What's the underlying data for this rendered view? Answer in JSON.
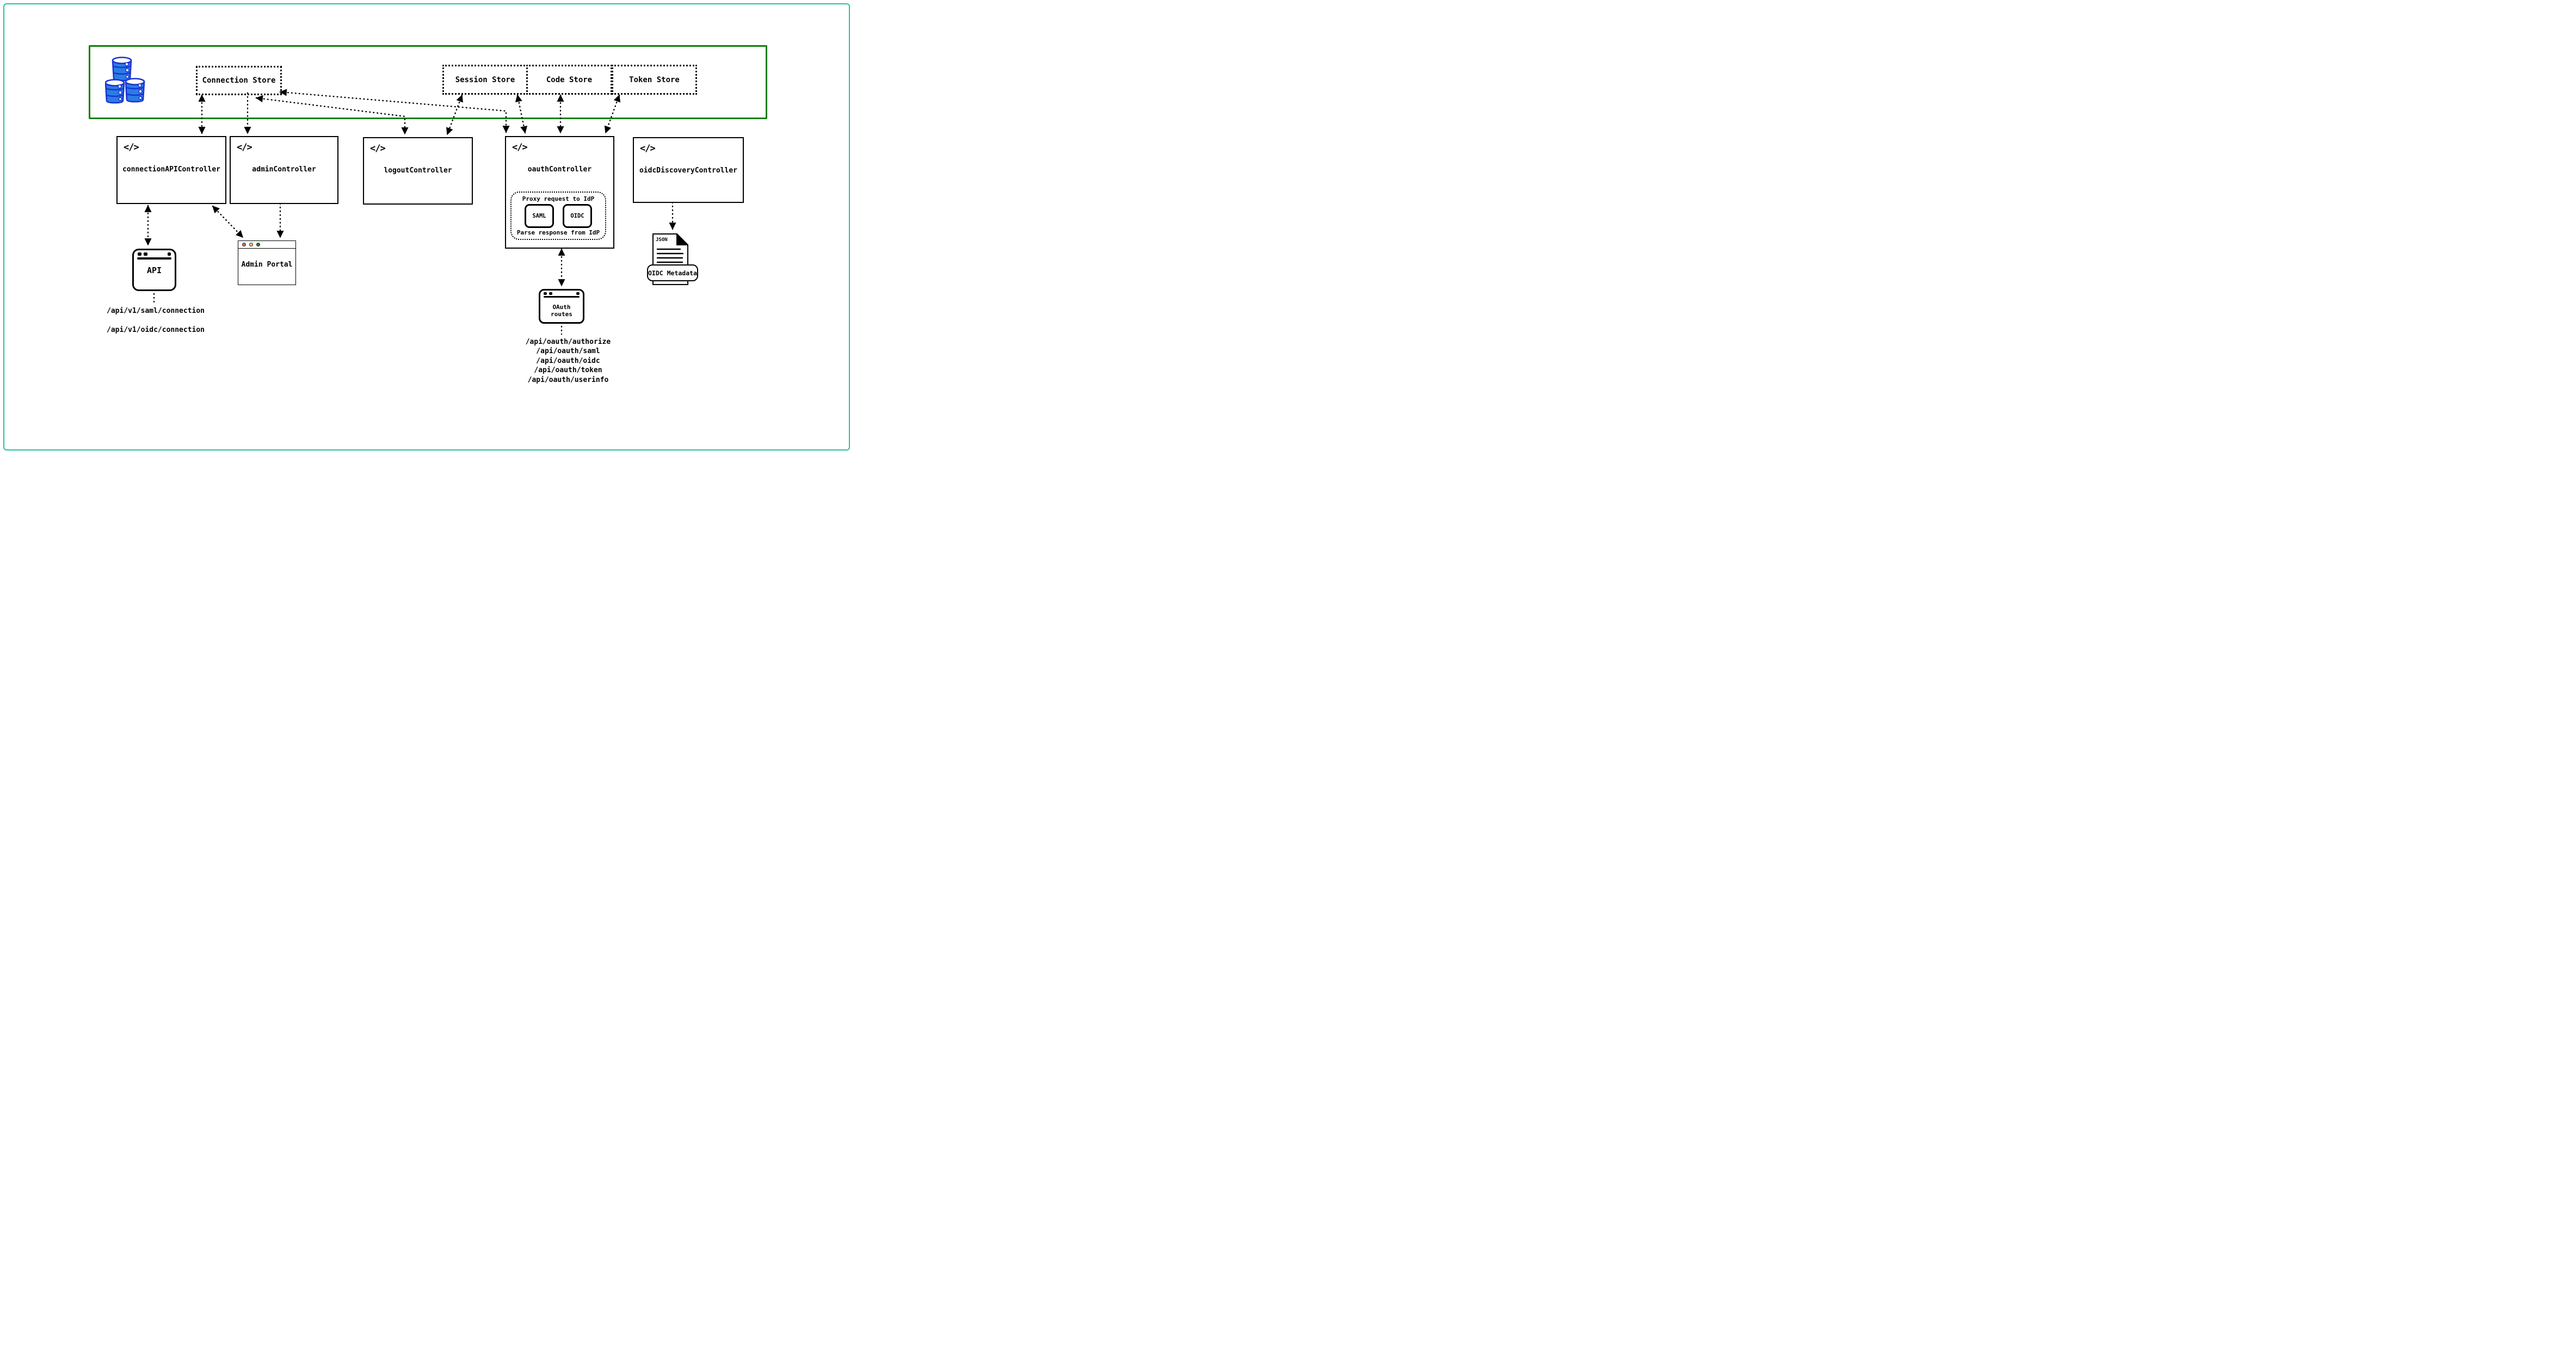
{
  "palette": {
    "frame_border": "#2bbfa0",
    "zone_border": "#0a800a",
    "barrel_fill": "#2b7ce5",
    "barrel_stroke": "#1a35cf",
    "line_color": "#000000"
  },
  "stores": [
    {
      "label": "Connection Store"
    },
    {
      "label": "Session Store"
    },
    {
      "label": "Code Store"
    },
    {
      "label": "Token Store"
    }
  ],
  "icons": {
    "code": "</>",
    "database": "db-barrels"
  },
  "controllers": [
    {
      "label": "connectionAPIController"
    },
    {
      "label": "adminController"
    },
    {
      "label": "logoutController"
    },
    {
      "label": "oauthController",
      "proxy": {
        "title": "Proxy request to IdP",
        "protocols": [
          "SAML",
          "OIDC"
        ],
        "footer": "Parse response from IdP"
      }
    },
    {
      "label": "oidcDiscoveryController"
    }
  ],
  "windows": {
    "api": {
      "label": "API"
    },
    "admin_portal": {
      "label": "Admin Portal",
      "traffic_lights": [
        "#f4645c",
        "#f3cf63",
        "#1f8a1f"
      ]
    },
    "oauth_routes": {
      "label": "OAuth routes"
    }
  },
  "api_endpoints": [
    "/api/v1/saml/connection",
    "/api/v1/oidc/connection"
  ],
  "oauth_endpoints": [
    "/api/oauth/authorize",
    "/api/oauth/saml",
    "/api/oauth/oidc",
    "/api/oauth/token",
    "/api/oauth/userinfo"
  ],
  "metadata_document": {
    "file_type": "JSON",
    "label": "OIDC Metadata"
  }
}
